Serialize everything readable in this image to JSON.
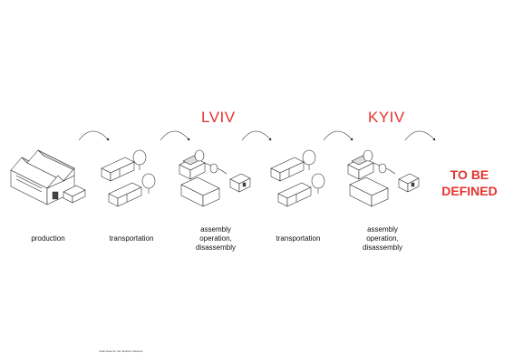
{
  "cities": {
    "lviv": "LVIV",
    "kyiv": "KYIV"
  },
  "final_destination": {
    "line1": "TO BE",
    "line2": "DEFINED"
  },
  "stages": [
    {
      "label": "production"
    },
    {
      "label": "transportation"
    },
    {
      "label": "assembly\noperation,\ndisassembly"
    },
    {
      "label": "transportation"
    },
    {
      "label": "assembly\noperation,\ndisassembly"
    }
  ],
  "footnote": "initial ideas for the pavilion's lifespan",
  "colors": {
    "accent": "#e3342f",
    "ink": "#222222",
    "background": "#ffffff"
  }
}
